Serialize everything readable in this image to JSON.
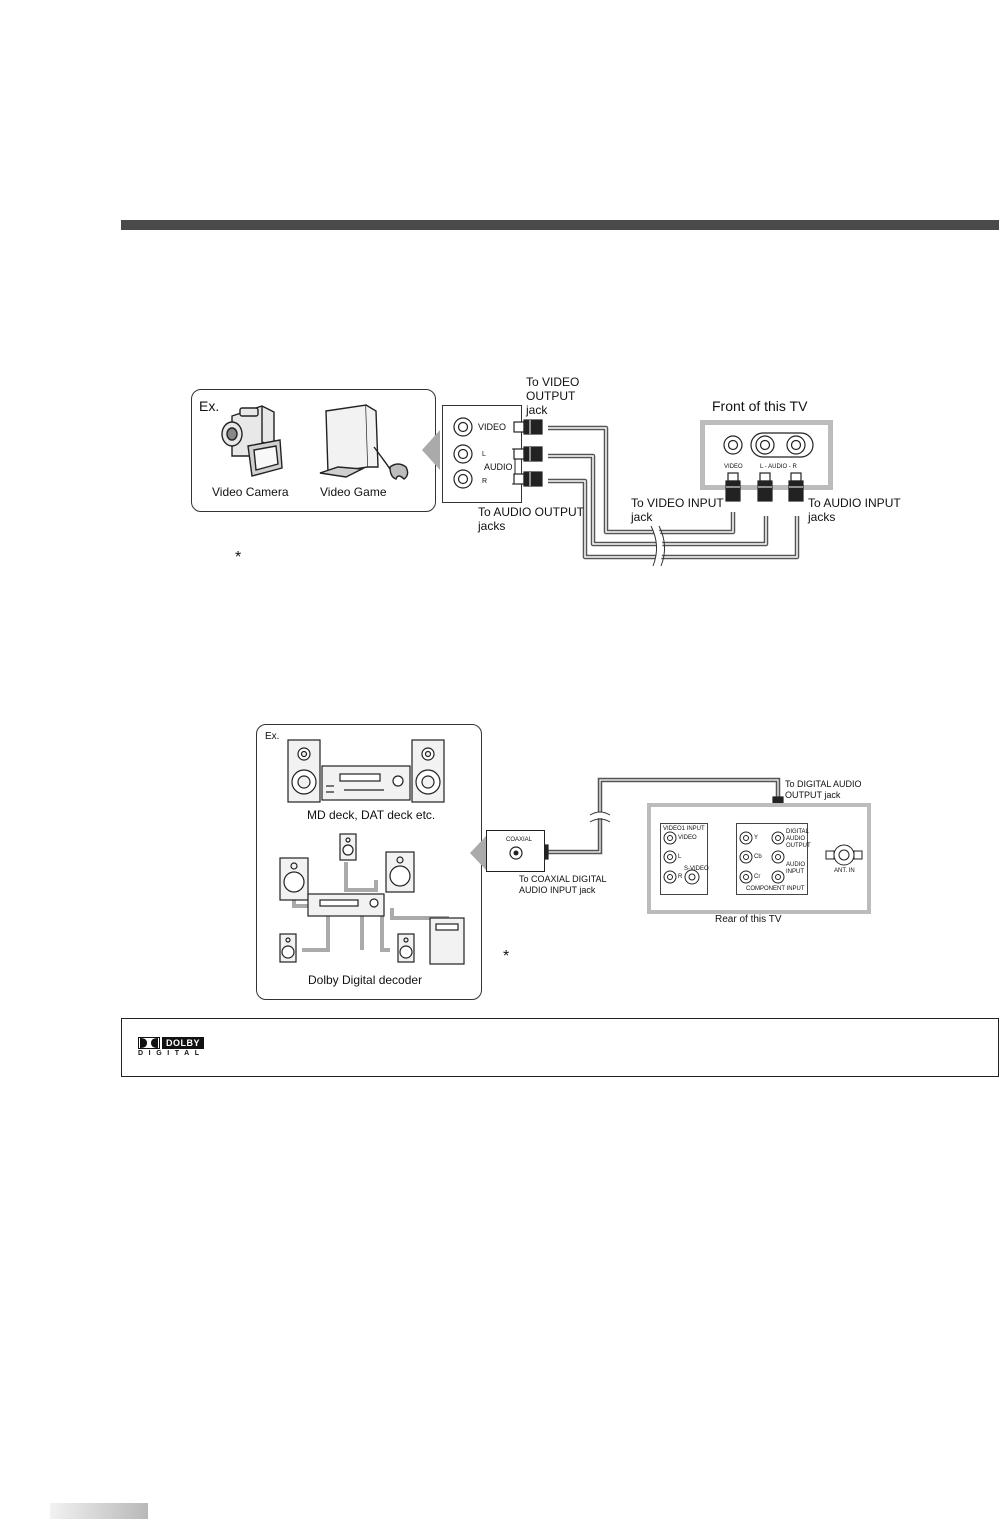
{
  "diagram1": {
    "ex_label": "Ex.",
    "device1_label": "Video Camera",
    "device2_label": "Video Game",
    "jack_video": "VIDEO",
    "jack_l": "L",
    "jack_audio": "AUDIO",
    "jack_r": "R",
    "to_video_output": "To VIDEO OUTPUT jack",
    "to_audio_output": "To AUDIO OUTPUT jacks",
    "front_tv": "Front of this TV",
    "tv_video": "VIDEO",
    "tv_audio": "L - AUDIO - R",
    "to_video_input": "To VIDEO INPUT jack",
    "to_audio_input": "To AUDIO INPUT jacks",
    "asterisk": "*"
  },
  "diagram2": {
    "ex_label": "Ex.",
    "device1_label": "MD deck, DAT deck etc.",
    "device2_label": "Dolby Digital decoder",
    "coaxial": "COAXIAL",
    "to_coaxial_input": "To COAXIAL DIGITAL AUDIO INPUT jack",
    "to_digital_output": "To DIGITAL AUDIO OUTPUT jack",
    "rear_tv": "Rear of this TV",
    "asterisk": "*",
    "rear_panel": {
      "video1_input": "VIDEO1 INPUT",
      "video": "VIDEO",
      "l": "L",
      "r": "R",
      "s_video": "S-VIDEO",
      "y": "Y",
      "cb": "Cb",
      "cr": "Cr",
      "digital_audio_output": "DIGITAL AUDIO OUTPUT",
      "audio_input": "AUDIO INPUT",
      "component_input": "COMPONENT INPUT",
      "ant_in": "ANT. IN"
    }
  },
  "dolby_logo": {
    "line1": "DOLBY",
    "line2": "DIGITAL"
  }
}
